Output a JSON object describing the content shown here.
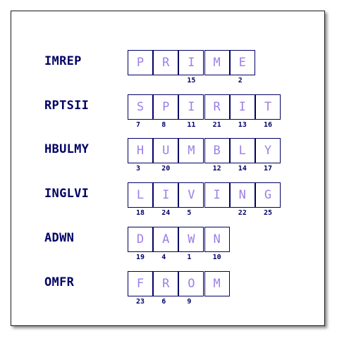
{
  "colors": {
    "label": "#000066",
    "letter": "#9b80e6",
    "border": "#000066"
  },
  "rows": [
    {
      "scrambled": "IMREP",
      "boxes": [
        {
          "letter": "P",
          "number": ""
        },
        {
          "letter": "R",
          "number": ""
        },
        {
          "letter": "I",
          "number": "15"
        },
        {
          "letter": "M",
          "number": ""
        },
        {
          "letter": "E",
          "number": "2"
        }
      ]
    },
    {
      "scrambled": "RPTSII",
      "boxes": [
        {
          "letter": "S",
          "number": "7"
        },
        {
          "letter": "P",
          "number": "8"
        },
        {
          "letter": "I",
          "number": "11"
        },
        {
          "letter": "R",
          "number": "21"
        },
        {
          "letter": "I",
          "number": "13"
        },
        {
          "letter": "T",
          "number": "16"
        }
      ]
    },
    {
      "scrambled": "HBULMY",
      "boxes": [
        {
          "letter": "H",
          "number": "3"
        },
        {
          "letter": "U",
          "number": "20"
        },
        {
          "letter": "M",
          "number": ""
        },
        {
          "letter": "B",
          "number": "12"
        },
        {
          "letter": "L",
          "number": "14"
        },
        {
          "letter": "Y",
          "number": "17"
        }
      ]
    },
    {
      "scrambled": "INGLVI",
      "boxes": [
        {
          "letter": "L",
          "number": "18"
        },
        {
          "letter": "I",
          "number": "24"
        },
        {
          "letter": "V",
          "number": "5"
        },
        {
          "letter": "I",
          "number": ""
        },
        {
          "letter": "N",
          "number": "22"
        },
        {
          "letter": "G",
          "number": "25"
        }
      ]
    },
    {
      "scrambled": "ADWN",
      "boxes": [
        {
          "letter": "D",
          "number": "19"
        },
        {
          "letter": "A",
          "number": "4"
        },
        {
          "letter": "W",
          "number": "1"
        },
        {
          "letter": "N",
          "number": "10"
        }
      ]
    },
    {
      "scrambled": "OMFR",
      "boxes": [
        {
          "letter": "F",
          "number": "23"
        },
        {
          "letter": "R",
          "number": "6"
        },
        {
          "letter": "O",
          "number": "9"
        },
        {
          "letter": "M",
          "number": ""
        }
      ]
    }
  ]
}
